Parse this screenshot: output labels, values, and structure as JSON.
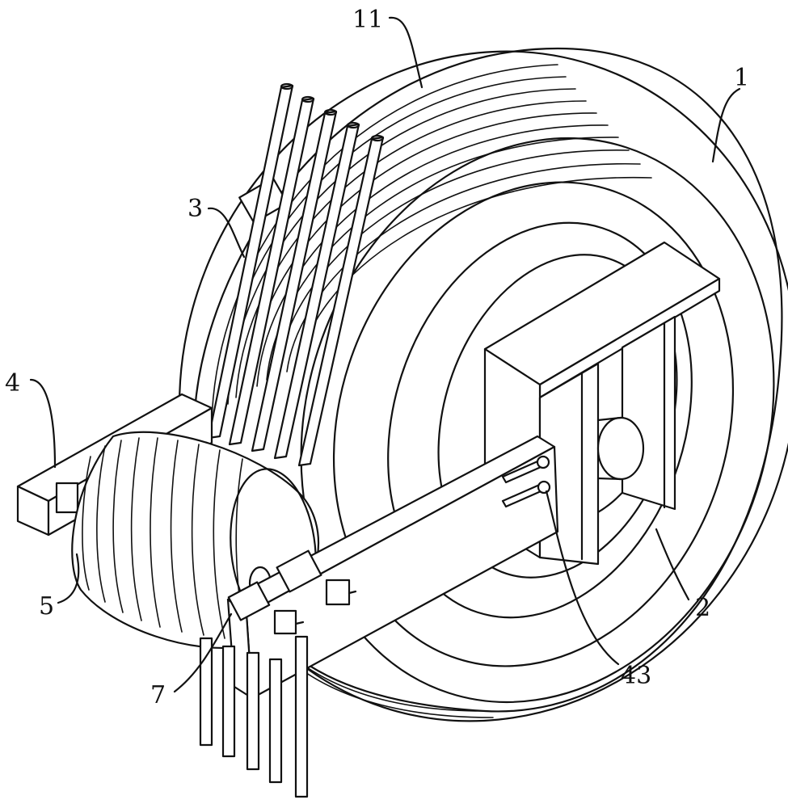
{
  "labels": {
    "l1": "1",
    "l11": "11",
    "l2": "2",
    "l3": "3",
    "l4": "4",
    "l5": "5",
    "l7": "7",
    "l43": "43"
  },
  "colors": {
    "line": "#111111",
    "background": "#ffffff"
  }
}
